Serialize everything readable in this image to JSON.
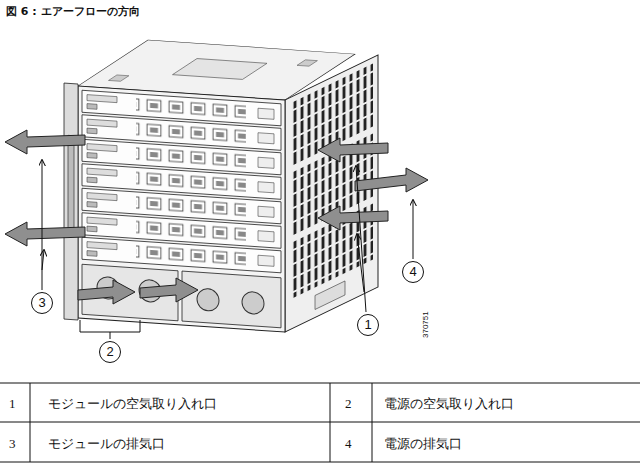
{
  "diagram": {
    "title": "図 6 : エアーフローの方向",
    "nodes": [
      {
        "text": [
          "4"
        ]
      },
      {
        "text": [
          "3"
        ]
      },
      {
        "text": [
          "1"
        ]
      },
      {
        "text": [
          "2"
        ]
      }
    ],
    "labels": [
      "1",
      "モジュールの空気取り入れ口",
      "2",
      "電源の空気取り入れ口",
      "3",
      "モジュールの排気口",
      "4",
      "電源の排気口",
      "370751"
    ]
  }
}
